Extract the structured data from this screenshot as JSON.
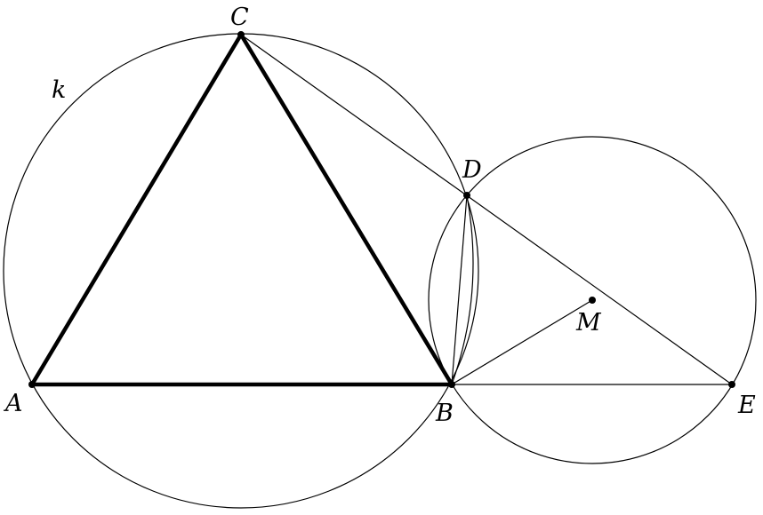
{
  "labels": {
    "k": "k",
    "A": "A",
    "B": "B",
    "C": "C",
    "D": "D",
    "E": "E",
    "M": "M"
  }
}
